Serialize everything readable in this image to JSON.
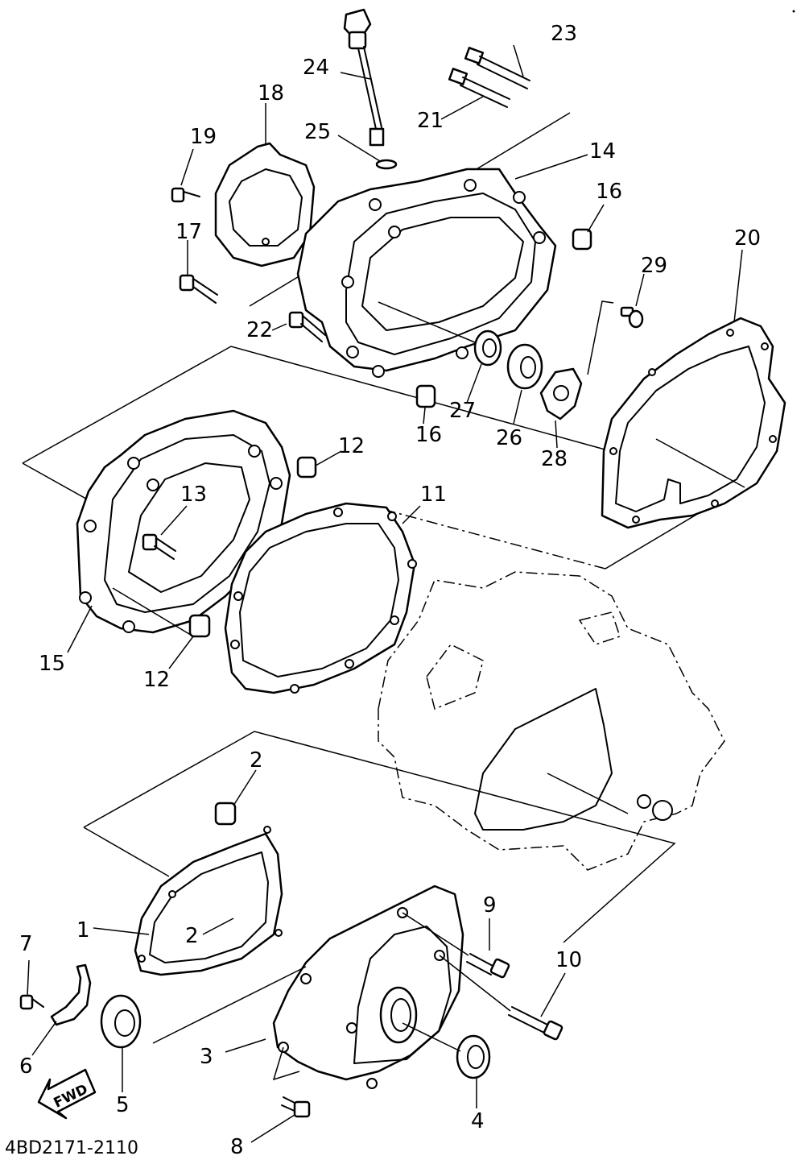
{
  "diagram_code": "4BD2171-2110",
  "fwd_label": "FWD",
  "callouts": [
    "1",
    "2",
    "2",
    "3",
    "4",
    "5",
    "6",
    "7",
    "8",
    "9",
    "10",
    "11",
    "12",
    "12",
    "13",
    "14",
    "15",
    "16",
    "16",
    "17",
    "18",
    "19",
    "20",
    "21",
    "22",
    "23",
    "24",
    "25",
    "26",
    "27",
    "28",
    "29"
  ]
}
